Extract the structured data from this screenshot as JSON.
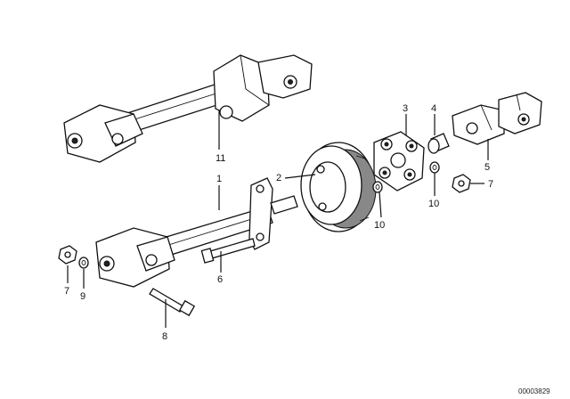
{
  "callouts": {
    "p1": "1",
    "p2": "2",
    "p3": "3",
    "p4": "4",
    "p5": "5",
    "p6": "6",
    "p7a": "7",
    "p7b": "7",
    "p8": "8",
    "p9": "9",
    "p10a": "10",
    "p10b": "10",
    "p11": "11"
  },
  "document_id": "00003829"
}
